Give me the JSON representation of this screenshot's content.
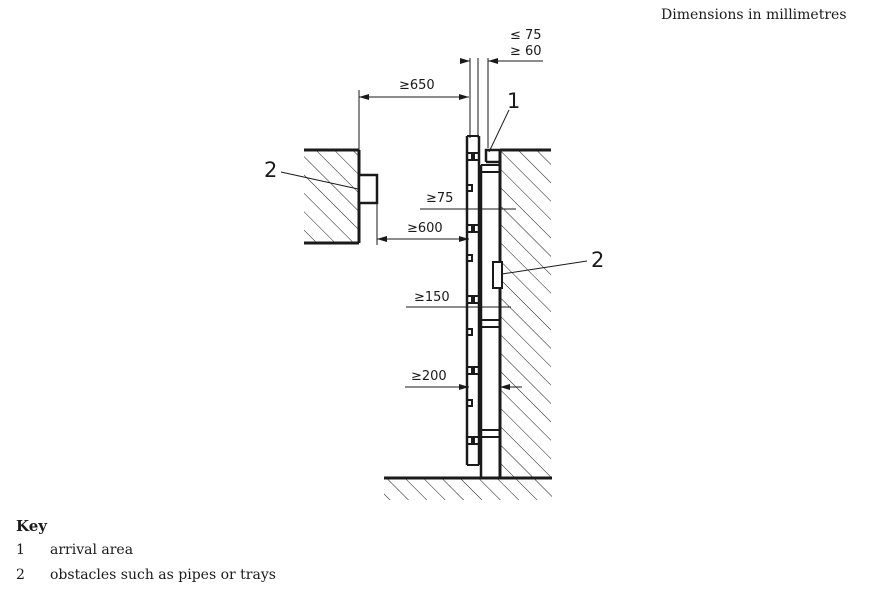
{
  "note": "Dimensions in millimetres",
  "callouts": {
    "one": "1",
    "two": "2"
  },
  "dimensions": {
    "top_max": "≤ 75",
    "top_min": "≥ 60",
    "horizontal_650": "≥650",
    "gap_75": "≥75",
    "gap_600": "≥600",
    "gap_150": "≥150",
    "gap_200": "≥200"
  },
  "key": {
    "title": "Key",
    "items": [
      {
        "num": "1",
        "text": "arrival area"
      },
      {
        "num": "2",
        "text": "obstacles such as pipes or trays"
      }
    ]
  }
}
